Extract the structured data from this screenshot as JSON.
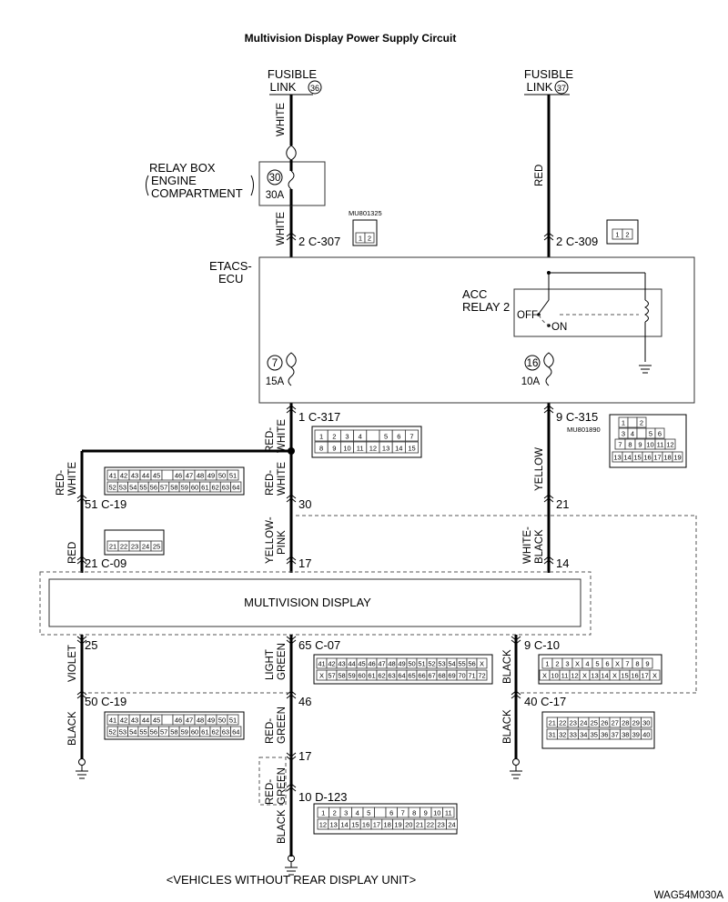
{
  "title": "Multivision Display Power Supply Circuit",
  "footer": "<VEHICLES WITHOUT REAR DISPLAY UNIT>",
  "code": "WAG54M030A",
  "fusible_link_label": "FUSIBLE",
  "link_word": "LINK",
  "fl1_num": "36",
  "fl2_num": "37",
  "relay_box": {
    "l1": "RELAY BOX",
    "l2": "ENGINE",
    "l3": "COMPARTMENT",
    "fuse_num": "30",
    "fuse_amp": "30A"
  },
  "etacs": {
    "l1": "ETACS-",
    "l2": "ECU",
    "fuse1_num": "7",
    "fuse1_amp": "15A",
    "fuse2_num": "16",
    "fuse2_amp": "10A"
  },
  "acc_relay": {
    "l1": "ACC",
    "l2": "RELAY 2",
    "off": "OFF",
    "on": "ON"
  },
  "display_label": "MULTIVISION DISPLAY",
  "wires": {
    "white": "WHITE",
    "red": "RED",
    "red_white_1": "RED-",
    "red_white_2": "WHITE",
    "yellow": "YELLOW",
    "yellow_pink_1": "YELLOW-",
    "yellow_pink_2": "PINK",
    "white_black_1": "WHITE-",
    "white_black_2": "BLACK",
    "violet": "VIOLET",
    "black": "BLACK",
    "light_green_1": "LIGHT",
    "light_green_2": "GREEN",
    "red_green_1": "RED-",
    "red_green_2": "GREEN"
  },
  "connectors": {
    "c307": "2  C-307",
    "c309": "2  C-309",
    "c317": "1  C-317",
    "c315": "9  C-315",
    "c19a": "51  C-19",
    "c09": "21  C-09",
    "c07": "65  C-07",
    "c10": "9  C-10",
    "c19b": "50  C-19",
    "c17": "40  C-17",
    "d123": "10  D-123"
  },
  "pins": {
    "p30": "30",
    "p21": "21",
    "p17": "17",
    "p14": "14",
    "p25": "25",
    "p46": "46",
    "p17b": "17"
  },
  "part_numbers": {
    "mu801325": "MU801325",
    "mu801890": "MU801890"
  },
  "pin_grids": {
    "c307": [
      "1",
      "2"
    ],
    "c309": [
      "1",
      "2"
    ],
    "c317_r1": [
      "1",
      "2",
      "3",
      "4",
      "",
      "5",
      "6",
      "7"
    ],
    "c317_r2": [
      "8",
      "9",
      "10",
      "11",
      "12",
      "13",
      "14",
      "15"
    ],
    "c19_r1": [
      "41",
      "42",
      "43",
      "44",
      "45",
      "",
      "46",
      "47",
      "48",
      "49",
      "50",
      "51"
    ],
    "c19_r2": [
      "52",
      "53",
      "54",
      "55",
      "56",
      "57",
      "58",
      "59",
      "60",
      "61",
      "62",
      "63",
      "64"
    ],
    "c09": [
      "21",
      "22",
      "23",
      "24",
      "25"
    ],
    "c07_r1": [
      "41",
      "42",
      "43",
      "44",
      "45",
      "46",
      "47",
      "48",
      "49",
      "50",
      "51",
      "52",
      "53",
      "54",
      "55",
      "56",
      "X"
    ],
    "c07_r2": [
      "X",
      "57",
      "58",
      "59",
      "60",
      "61",
      "62",
      "63",
      "64",
      "65",
      "66",
      "67",
      "68",
      "69",
      "70",
      "71",
      "72"
    ],
    "d123_r1": [
      "1",
      "2",
      "3",
      "4",
      "5",
      "",
      "6",
      "7",
      "8",
      "9",
      "10",
      "11"
    ],
    "d123_r2": [
      "12",
      "13",
      "14",
      "15",
      "16",
      "17",
      "18",
      "19",
      "20",
      "21",
      "22",
      "23",
      "24"
    ],
    "c17_r1": [
      "21",
      "22",
      "23",
      "24",
      "25",
      "26",
      "27",
      "28",
      "29",
      "30"
    ],
    "c17_r2": [
      "31",
      "32",
      "33",
      "34",
      "35",
      "36",
      "37",
      "38",
      "39",
      "40"
    ],
    "c10_r1": [
      "1",
      "2",
      "3",
      "X",
      "4",
      "5",
      "6",
      "X",
      "7",
      "8",
      "9"
    ],
    "c10_r2": [
      "X",
      "10",
      "11",
      "12",
      "X",
      "13",
      "14",
      "X",
      "15",
      "16",
      "17",
      "X"
    ],
    "c315_r1": [
      "1",
      "",
      "2"
    ],
    "c315_r2": [
      "3",
      "4",
      "",
      "5",
      "6"
    ],
    "c315_r3": [
      "7",
      "8",
      "9",
      "10",
      "11",
      "12"
    ],
    "c315_r4": [
      "13",
      "14",
      "15",
      "16",
      "17",
      "18",
      "19"
    ]
  }
}
